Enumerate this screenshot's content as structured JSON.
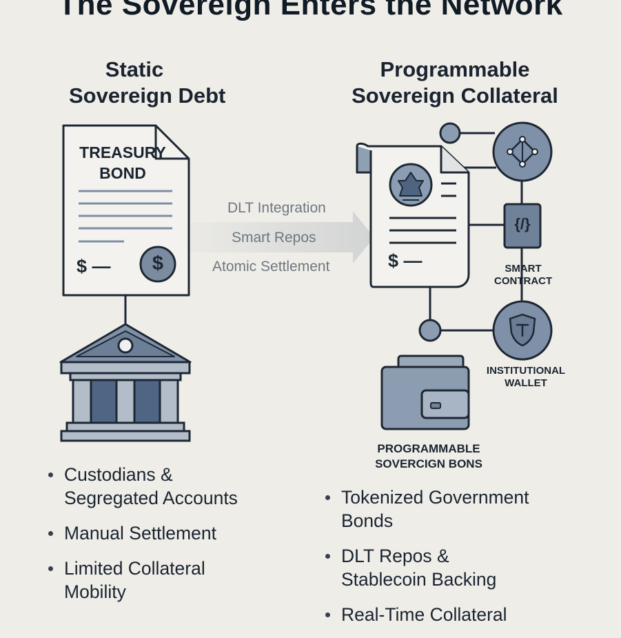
{
  "page": {
    "title": "The Sovereign Enters the Network"
  },
  "left": {
    "heading_line1": "Static",
    "heading_line2": "Sovereign Debt",
    "document": {
      "label_line1": "TREASURY",
      "label_line2": "BOND",
      "amount": "$ —",
      "badge": "$"
    },
    "bullets": [
      {
        "line1": "Custodians &",
        "line2": "Segregated Accounts"
      },
      {
        "line1": "Manual Settlement",
        "line2": ""
      },
      {
        "line1": "Limited Collateral",
        "line2": "Mobility"
      }
    ]
  },
  "transition": {
    "items": [
      "DLT Integration",
      "Smart Repos",
      "Atomic Settlement"
    ]
  },
  "right": {
    "heading_line1": "Programmable",
    "heading_line2": "Sovereign Collateral",
    "document": {
      "amount": "$ —"
    },
    "nodes": {
      "smart_contract_glyph": "{/}",
      "smart_contract_line1": "SMART",
      "smart_contract_line2": "CONTRACT",
      "wallet_line1": "INSTITUTIONAL",
      "wallet_line2": "WALLET",
      "bonds_line1": "PROGRAMMABLE",
      "bonds_line2": "SOVERCIGN BONS"
    },
    "bullets": [
      {
        "line1": "Tokenized Government",
        "line2": "Bonds"
      },
      {
        "line1": "DLT Repos &",
        "line2": "Stablecoin Backing"
      },
      {
        "line1": "Real-Time Collateral",
        "line2": ""
      }
    ]
  },
  "colors": {
    "background": "#efede8",
    "ink": "#1d2733",
    "slate_blue": "#6f8299",
    "slate_light": "#a7b3c2",
    "paper": "#f3f2ee",
    "arrow_gray": "#d8d9d9"
  }
}
